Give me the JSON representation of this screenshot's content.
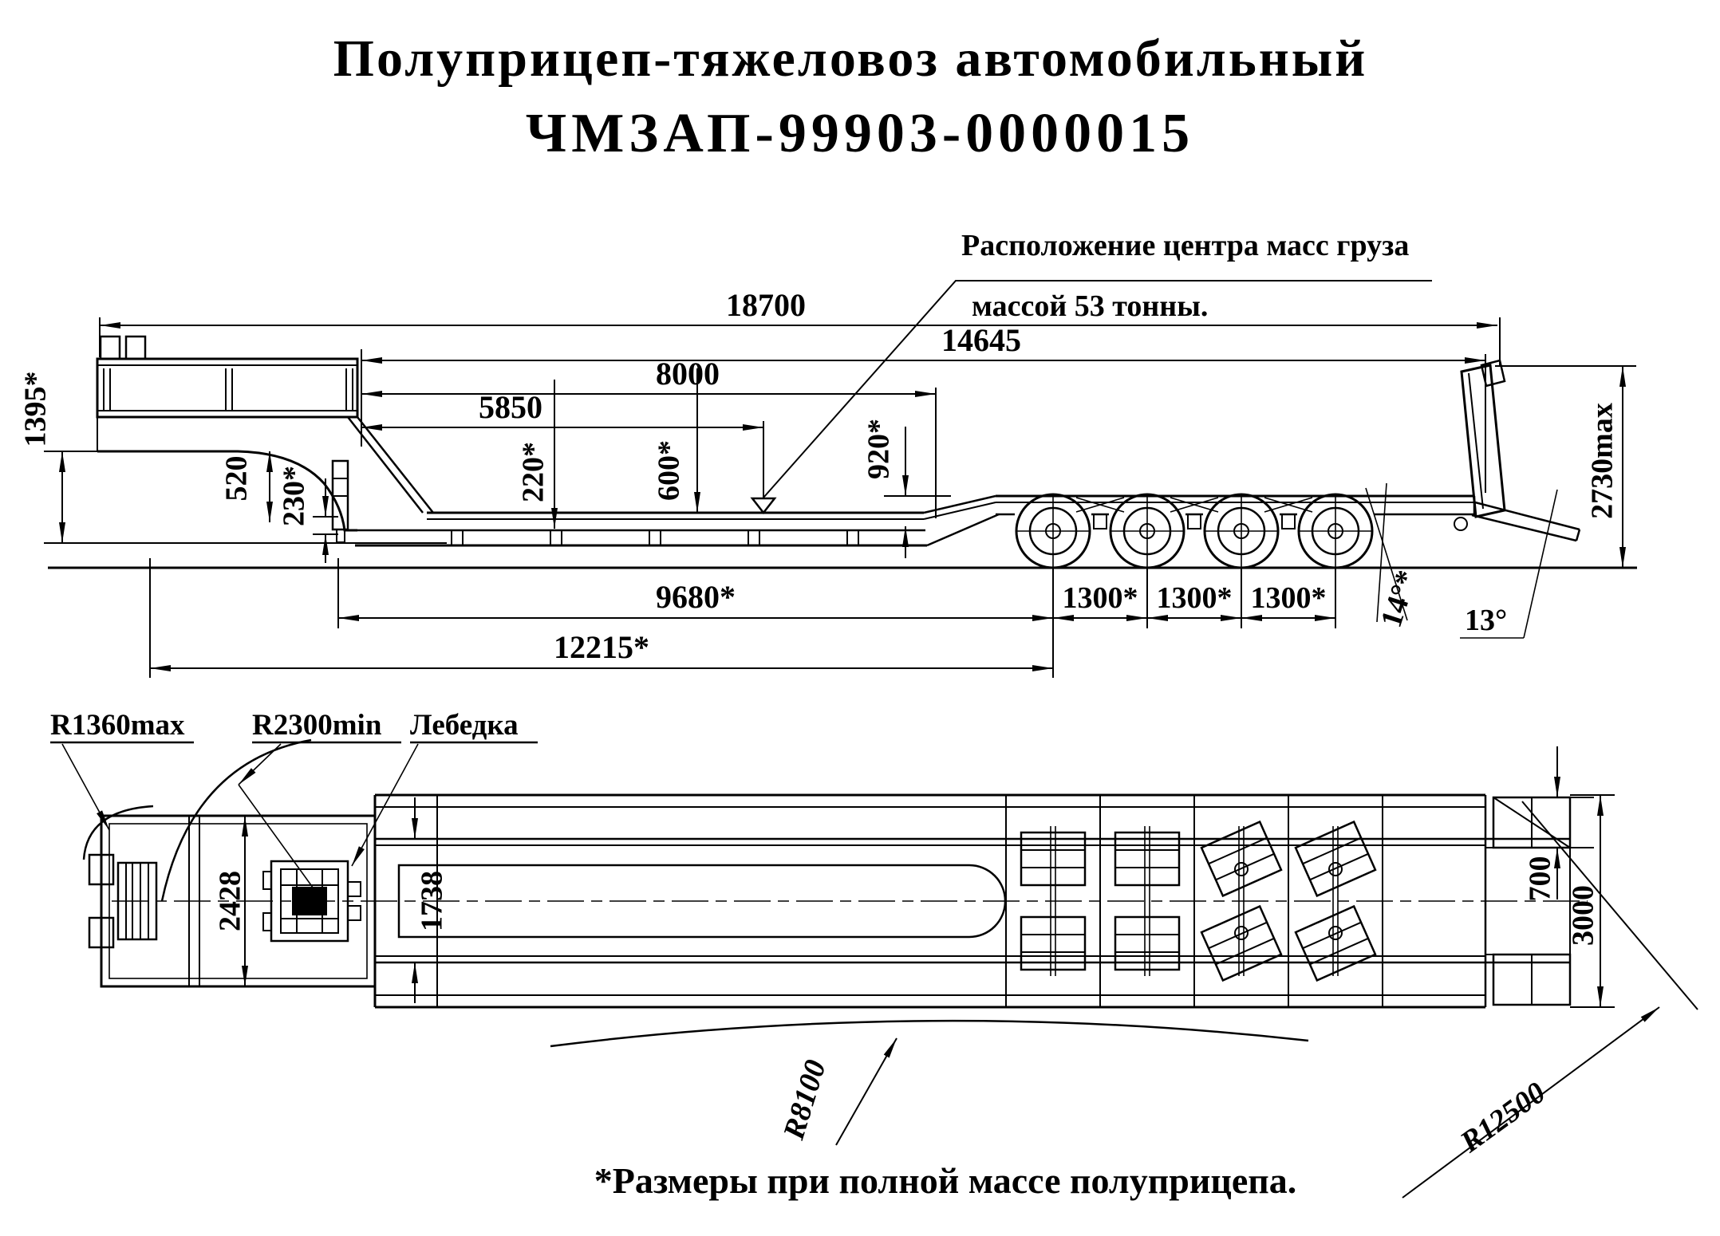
{
  "title": {
    "line1": "Полуприцеп-тяжеловоз автомобильный",
    "line2": "ЧМЗАП-99903-0000015"
  },
  "annotation": {
    "line1": "Расположение центра масс груза",
    "line2": "массой 53 тонны."
  },
  "side_view": {
    "dims": {
      "overall_length": "18700",
      "frame_length": "14645",
      "deck_length": "8000",
      "cg_offset": "5850",
      "gooseneck_height": "1395*",
      "fifth_wheel_height": "520",
      "clearance": "230*",
      "deck_thickness": "220*",
      "deck_height": "600*",
      "rear_height": "920*",
      "base_rear": "9680*",
      "base_overall": "12215*",
      "axle_spacing_1": "1300*",
      "axle_spacing_2": "1300*",
      "axle_spacing_3": "1300*",
      "bogie_angle": "14°*",
      "ramp_angle": "13°",
      "overall_height": "2730max"
    }
  },
  "plan_view": {
    "labels": {
      "r1360": "R1360max",
      "r2300": "R2300min",
      "winch": "Лебедка",
      "r8100": "R8100",
      "r12500": "R12500"
    },
    "dims": {
      "gooseneck_width": "2428",
      "frame_width": "1738",
      "ramp_width": "700",
      "overall_width": "3000"
    }
  },
  "footnote": "*Размеры при полной массе полуприцепа.",
  "colors": {
    "ink": "#000000",
    "paper": "#ffffff"
  }
}
